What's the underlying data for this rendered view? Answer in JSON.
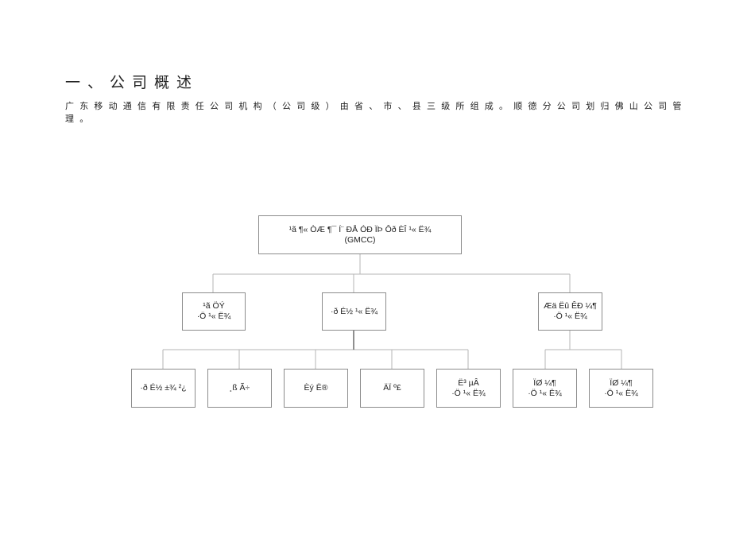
{
  "heading": "一、公司概述",
  "paragraph": "广东移动通信有限责任公司机构（公司级）由省、市、县三级所组成。顺德分公司划归佛山公司管理。",
  "org_chart": {
    "root": {
      "line1": "¹ã ¶« ÒÆ ¶¯ Í¨ ÐÅ ÓÐ ÏÞ Ôð ÈÎ ¹« Ë¾",
      "line2": "(GMCC)"
    },
    "level2": [
      {
        "line1": "¹ã ÖÝ",
        "line2": "·Ö ¹« Ë¾"
      },
      {
        "line1": "·ð É½ ¹« Ë¾",
        "line2": ""
      },
      {
        "line1": "Æä Ëû ÊÐ ¼¶",
        "line2": "·Ö ¹« Ë¾"
      }
    ],
    "level3": [
      {
        "line1": "·ð É½ ±¾ ²¿",
        "line2": ""
      },
      {
        "line1": "¸ß Ã÷",
        "line2": ""
      },
      {
        "line1": "Èý Ë®",
        "line2": ""
      },
      {
        "line1": "ÄÏ º£",
        "line2": ""
      },
      {
        "line1": "Ë³ µÂ",
        "line2": "·Ö ¹« Ë¾"
      },
      {
        "line1": "ÏØ ¼¶",
        "line2": "·Ö ¹« Ë¾"
      },
      {
        "line1": "ÏØ ¼¶",
        "line2": "·Ö ¹« Ë¾"
      }
    ]
  }
}
